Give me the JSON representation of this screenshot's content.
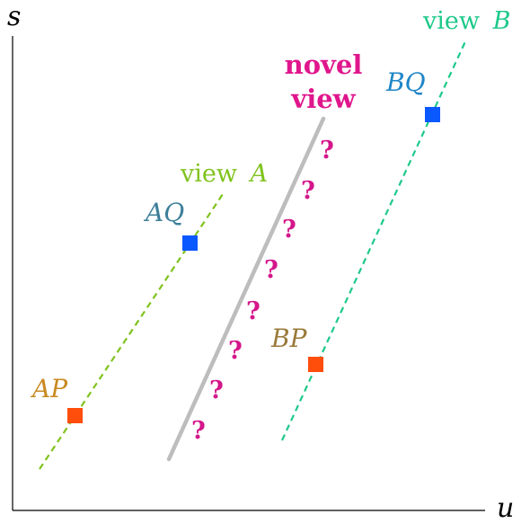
{
  "axes": {
    "x_label": "u",
    "y_label": "s"
  },
  "colors": {
    "axis": "#000000",
    "view_a": "#7fc31c",
    "view_b": "#1ec98a",
    "novel_view_line": "#bdbdbd",
    "novel_view_text": "#e0168c",
    "question_mark": "#d4168a",
    "point_p": "#ff4e0b",
    "point_q": "#0a58ff",
    "label_ap": "#c98a21",
    "label_aq": "#3d7f9a",
    "label_bq": "#1f86c7",
    "label_bp": "#9a7a3a"
  },
  "views": {
    "a": {
      "label_prefix": "view ",
      "label_var": "A"
    },
    "b": {
      "label_prefix": "view ",
      "label_var": "B"
    },
    "novel": {
      "line1": "novel",
      "line2": "view"
    }
  },
  "points": {
    "ap": "AP",
    "aq": "AQ",
    "bp": "BP",
    "bq": "BQ"
  },
  "unknown_marks": [
    "?",
    "?",
    "?",
    "?",
    "?",
    "?",
    "?",
    "?"
  ]
}
